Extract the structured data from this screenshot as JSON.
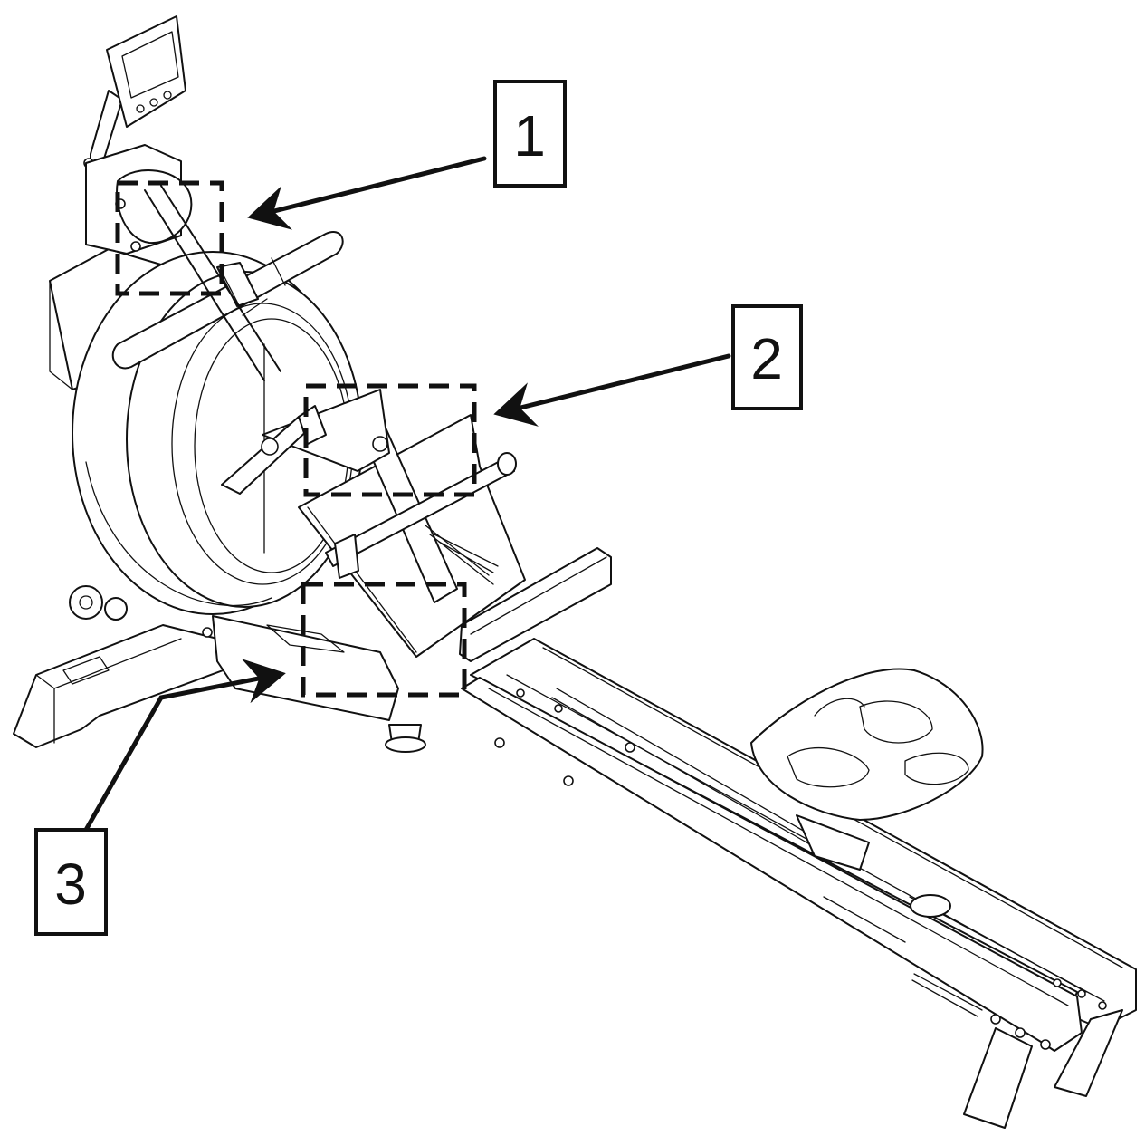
{
  "callouts": [
    {
      "number": "1"
    },
    {
      "number": "2"
    },
    {
      "number": "3"
    }
  ],
  "colors": {
    "ink": "#111111",
    "background": "#ffffff"
  }
}
